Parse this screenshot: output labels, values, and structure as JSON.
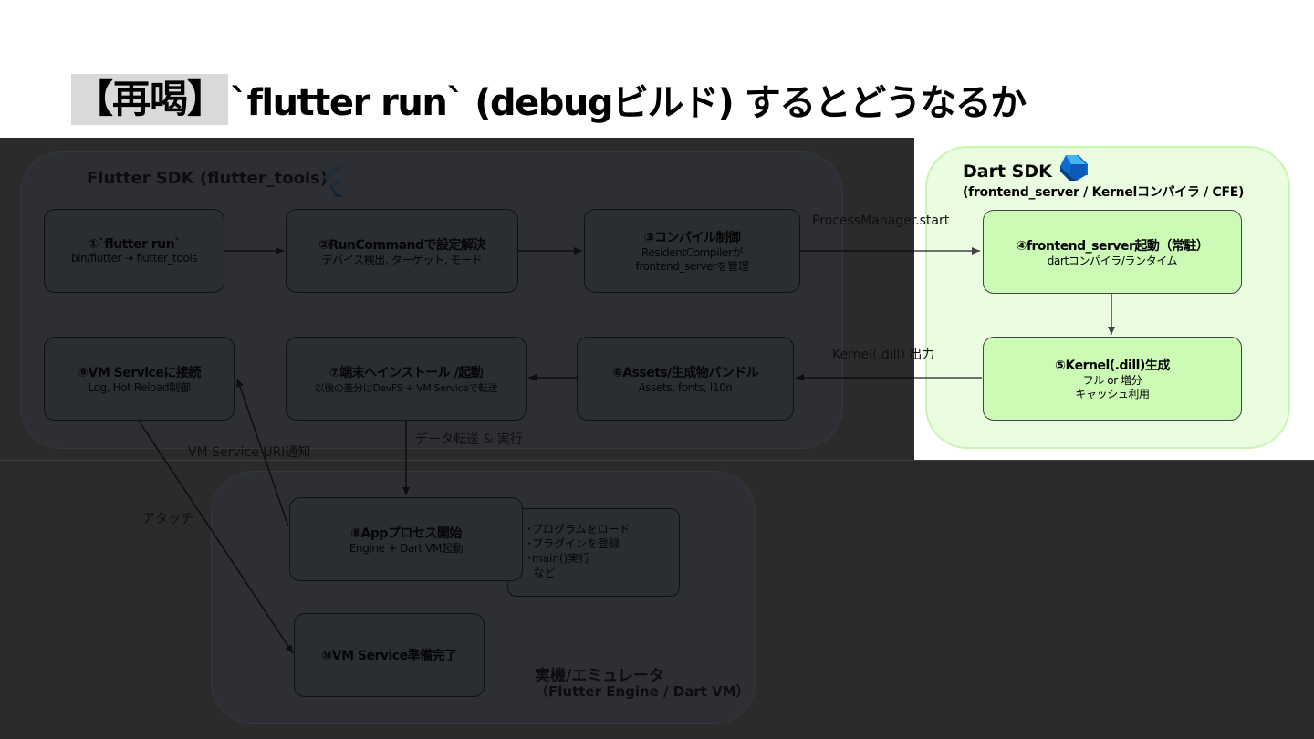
{
  "title": {
    "tag": "【再喝】",
    "main": "`flutter run` (debugビルド) するとどうなるか"
  },
  "groups": {
    "flutter_sdk": {
      "title": "Flutter SDK (flutter_tools)",
      "icon": "flutter-logo-icon"
    },
    "dart_sdk": {
      "title": "Dart SDK",
      "subtitle": "(frontend_server / Kernelコンパイラ  / CFE)",
      "icon": "dart-logo-icon"
    },
    "device": {
      "title": "実機/エミュレータ",
      "subtitle": "（Flutter Engine / Dart VM）"
    }
  },
  "nodes": {
    "n1": {
      "title": "①`flutter run`",
      "sub": [
        "bin/flutter → flutter_tools"
      ]
    },
    "n2": {
      "title": "②RunCommandで設定解決",
      "sub": [
        "デバイス検出, ターゲット, モード"
      ]
    },
    "n3": {
      "title": "③コンパイル制御",
      "sub": [
        "ResidentCompilerが",
        "frontend_serverを管理"
      ]
    },
    "n4": {
      "title": "④frontend_server起動（常駐）",
      "sub": [
        "dartコンパイラ/ランタイム"
      ]
    },
    "n5": {
      "title": "⑤Kernel(.dill)生成",
      "sub": [
        "フル or 増分",
        "キャッシュ利用"
      ]
    },
    "n6": {
      "title": "⑥Assets/生成物バンドル",
      "sub": [
        "Assets, fonts, l10n"
      ]
    },
    "n7": {
      "title": "⑦端末へインストール  /起動",
      "sub": [
        "以後の差分はDevFS + VM Serviceで転送"
      ]
    },
    "n8": {
      "title": "⑧Appプロセス開始",
      "sub": [
        "Engine + Dart VM起動"
      ]
    },
    "n9": {
      "title": "⑨VM Serviceに接続",
      "sub": [
        "Log, Hot Reload制御"
      ]
    },
    "n10": {
      "title": "⑩VM Service準備完了",
      "sub": []
    }
  },
  "note": [
    "･プログラムをロード",
    "･プラグインを登録",
    "･main()実行",
    "  など"
  ],
  "edge_labels": {
    "process_manager": "ProcessManager.start",
    "kernel_output": "Kernel(.dill) 出力",
    "data_transfer": "データ転送 & 実行",
    "vm_uri": "VM Service URI通知",
    "attach": "アタッチ"
  },
  "colors": {
    "overlay": "#2b2b2b",
    "group_dark": "#2d2f34",
    "dart_group_bg": "#ebfde0",
    "dart_group_border": "#c9f5b3",
    "dart_node_bg": "#ccfbb6",
    "title_tag_bg": "#d9d9d9"
  }
}
